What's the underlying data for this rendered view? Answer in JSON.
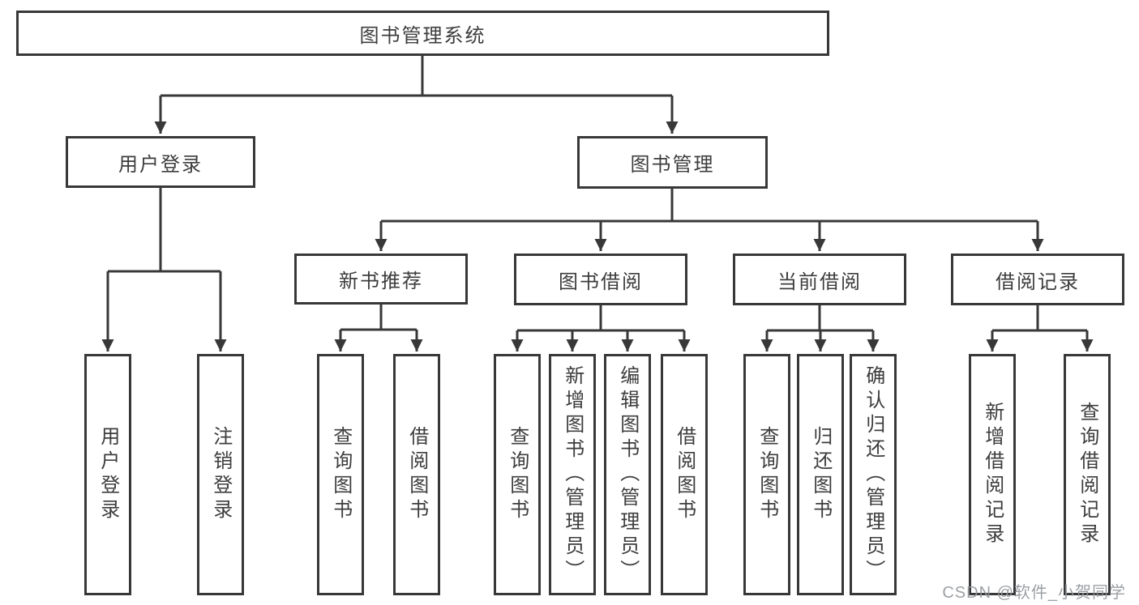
{
  "diagram_type": "tree",
  "tree": {
    "label": "图书管理系统",
    "children": [
      {
        "label": "用户登录",
        "children": [
          {
            "label": "用户登录"
          },
          {
            "label": "注销登录"
          }
        ]
      },
      {
        "label": "图书管理",
        "children": [
          {
            "label": "新书推荐",
            "children": [
              {
                "label": "查询图书"
              },
              {
                "label": "借阅图书"
              }
            ]
          },
          {
            "label": "图书借阅",
            "children": [
              {
                "label": "查询图书"
              },
              {
                "label": "新增图书（管理员）"
              },
              {
                "label": "编辑图书（管理员）"
              },
              {
                "label": "借阅图书"
              }
            ]
          },
          {
            "label": "当前借阅",
            "children": [
              {
                "label": "查询图书"
              },
              {
                "label": "归还图书"
              },
              {
                "label": "确认归还（管理员）"
              }
            ]
          },
          {
            "label": "借阅记录",
            "children": [
              {
                "label": "新增借阅记录"
              },
              {
                "label": "查询借阅记录"
              }
            ]
          }
        ]
      }
    ]
  },
  "watermark": "CSDN @软件_小贺同学",
  "colors": {
    "line": "#383838",
    "box_border": "#383838",
    "text": "#3d3d3d",
    "watermark": "#94989c",
    "background": "#ffffff"
  }
}
